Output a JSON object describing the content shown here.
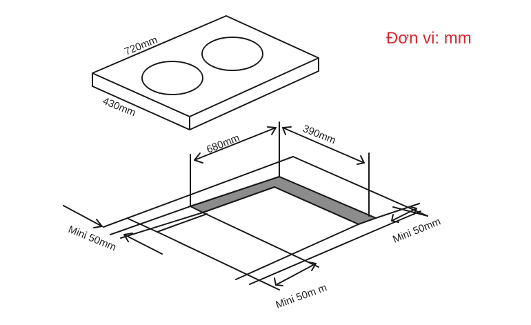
{
  "unit_note": {
    "text": "Đơn vi: mm",
    "color": "#d8282d"
  },
  "hob": {
    "width_label": "720mm",
    "depth_label": "430mm",
    "burners": 2
  },
  "cutout": {
    "width_label": "680mm",
    "depth_label": "390mm",
    "fill_color": "#8c8c8c"
  },
  "clearances": {
    "left_label": "Mini 50mm",
    "front_label": "Mini 50m m",
    "right_label": "Mini 50mm"
  },
  "colors": {
    "line": "#1a1a1a",
    "background": "#ffffff"
  }
}
